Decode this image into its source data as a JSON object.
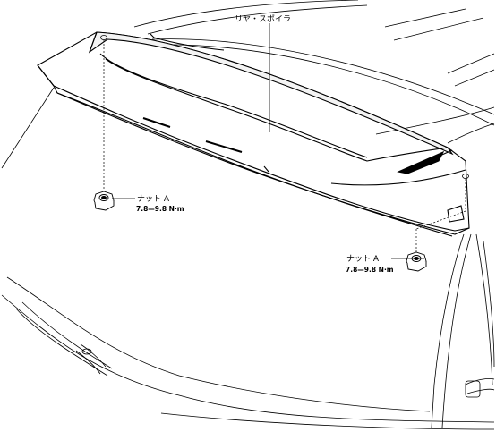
{
  "callouts": {
    "spoiler": "リヤ・スポイラ",
    "nut_left": "ナット A",
    "torque_left": "7.8—9.8 N·m",
    "nut_right": "ナット A",
    "torque_right": "7.8—9.8 N·m"
  }
}
